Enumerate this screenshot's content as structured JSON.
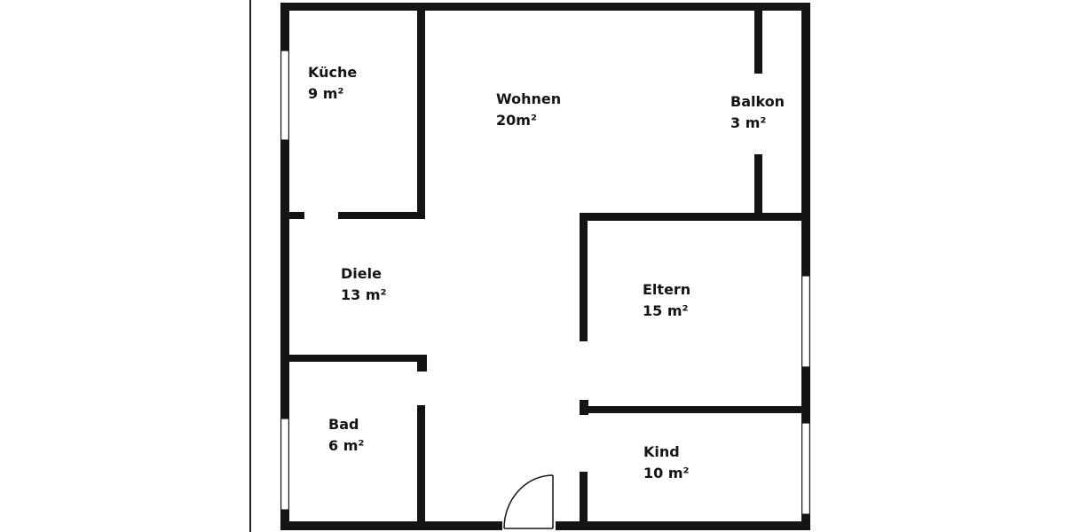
{
  "plan": {
    "wall_color": "#141414",
    "background": "#ffffff",
    "rooms": [
      {
        "id": "kueche",
        "name": "Küche",
        "area": "9 m²"
      },
      {
        "id": "wohnen",
        "name": "Wohnen",
        "area": "20m²"
      },
      {
        "id": "balkon",
        "name": "Balkon",
        "area": "3 m²"
      },
      {
        "id": "diele",
        "name": "Diele",
        "area": "13 m²"
      },
      {
        "id": "eltern",
        "name": "Eltern",
        "area": "15 m²"
      },
      {
        "id": "bad",
        "name": "Bad",
        "area": "6 m²"
      },
      {
        "id": "kind",
        "name": "Kind",
        "area": "10 m²"
      }
    ]
  }
}
